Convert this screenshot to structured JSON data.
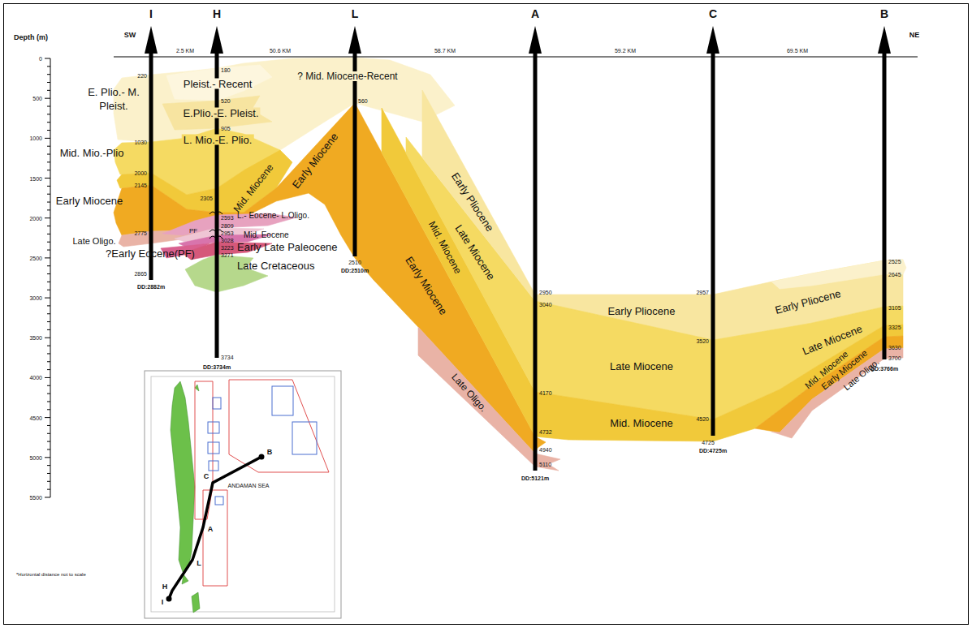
{
  "diagram": {
    "labels": [
      "Depth (m)",
      "SW",
      "NE",
      "I",
      "H",
      "L",
      "A",
      "C",
      "B",
      "2.5 KM",
      "50.6 KM",
      "58.7 KM",
      "59.2 KM",
      "69.5 KM",
      "0",
      "500",
      "1000",
      "1500",
      "2000",
      "2500",
      "3000",
      "3500",
      "4000",
      "4500",
      "5000",
      "5500",
      "*Horizontal distance not to scale",
      "220",
      "1030",
      "2000",
      "2145",
      "2775",
      "2865",
      "DD:2882m",
      "E. Plio.- M. Pleist.",
      "Mid. Mio.-Plio",
      "Early Miocene",
      "Late Oligo.",
      "180",
      "520",
      "905",
      "2305",
      "2593",
      "2809",
      "2953",
      "3028",
      "3223",
      "3271",
      "3734",
      "DD:3734m",
      "Pleist.- Recent",
      "E.Plio.-E. Pleist.",
      "L. Mio.-E. Plio.",
      "Mid. Miocene",
      "L.- Eocene- L.Oligo.",
      "PF",
      "Mid. Eocene",
      "Early Late Paleocene",
      "?Early Eocene(PF)",
      "Late Cretaceous",
      "560",
      "2510",
      "DD:2510m",
      "? Mid. Miocene-Recent",
      "Early Miocene",
      "Early Pliocene",
      "Late Miocene",
      "Mid. Miocene",
      "Early Miocene",
      "Late Oligo.",
      "2950",
      "3040",
      "4170",
      "4732",
      "4940",
      "5110",
      "DD:5121m",
      "Early Pliocene",
      "Late Miocene",
      "Mid. Miocene",
      "2957",
      "3520",
      "4520",
      "4725",
      "DD:4725m",
      "2525",
      "2645",
      "3105",
      "3325",
      "3630",
      "3700",
      "DD:3766m",
      "Early Pliocene",
      "Late Miocene",
      "Mid. Miocene",
      "Early Miocene",
      "Late Oligo.",
      "B",
      "C",
      "A",
      "L",
      "H",
      "I",
      "ANDAMAN SEA"
    ]
  }
}
